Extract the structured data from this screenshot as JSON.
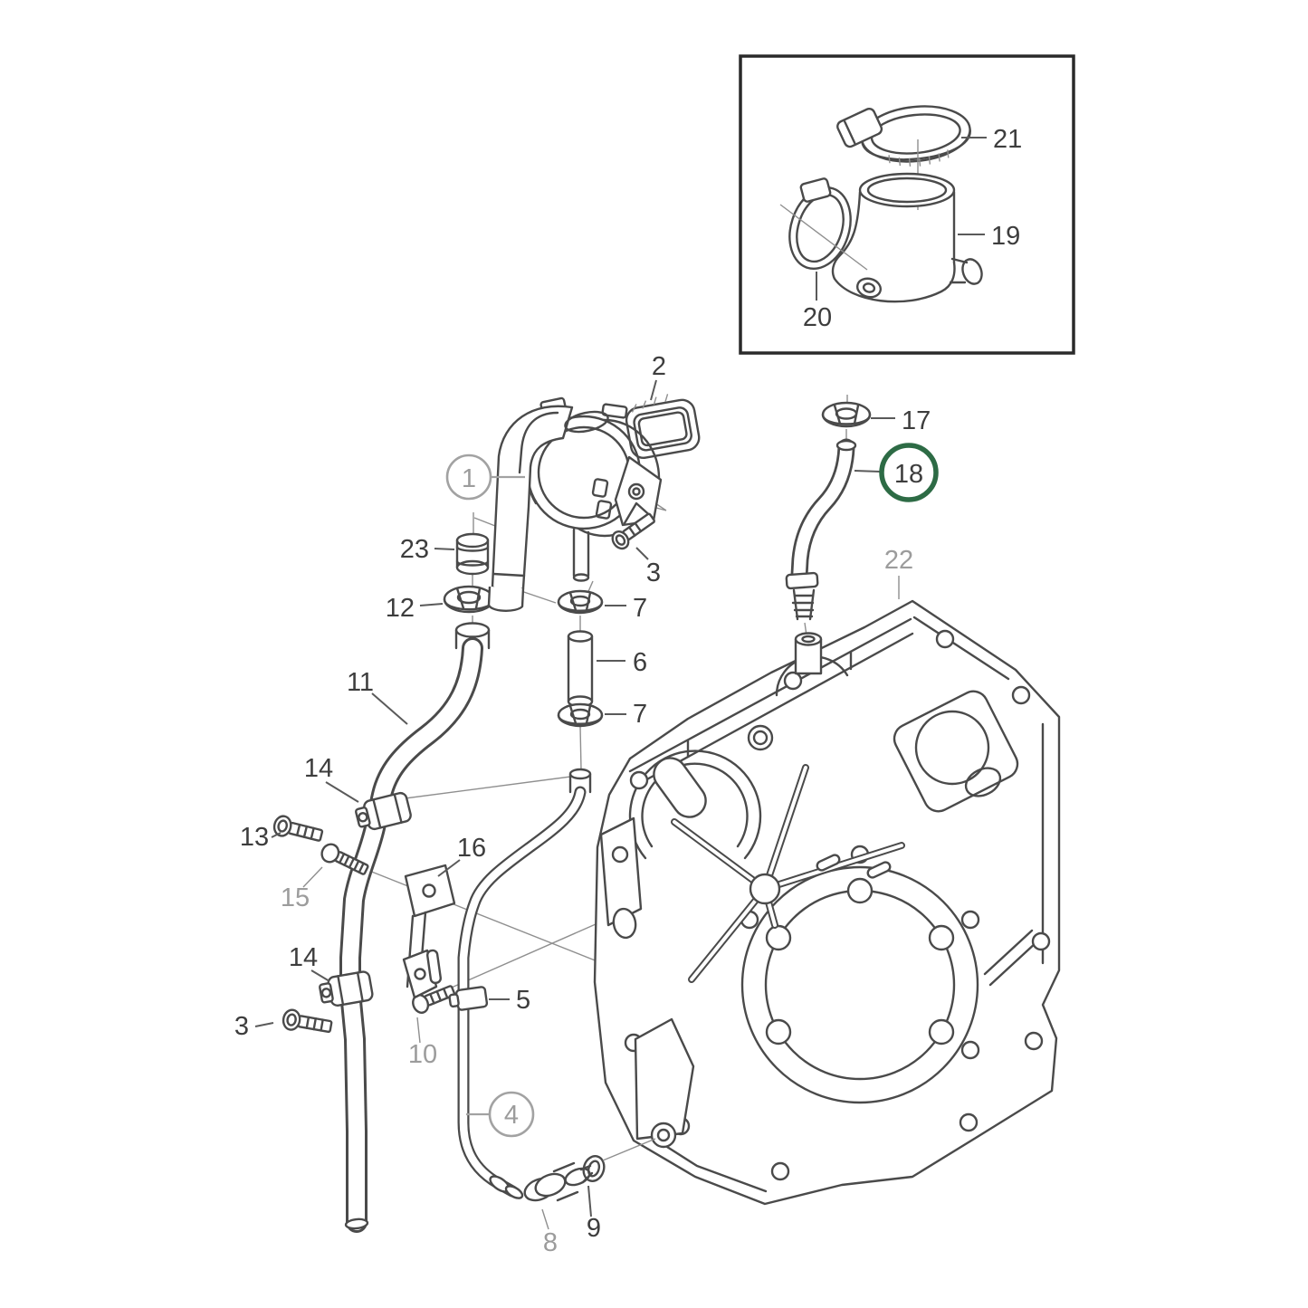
{
  "diagram": {
    "type": "exploded-parts-diagram",
    "subject": "engine timing cover with crankcase ventilation pipes and hoses",
    "background_color": "#ffffff",
    "line_color": "#4a4a4a",
    "label_color": "#3d3d3d",
    "muted_label_color": "#9c9c9c",
    "highlight_color": "#2d6b45",
    "selected_part": "18"
  },
  "inset": {
    "border_color": "#2a2a2a",
    "contains_parts": [
      "21",
      "19",
      "20"
    ]
  },
  "callouts": [
    {
      "id": "21",
      "label": "21",
      "style": "standard"
    },
    {
      "id": "19",
      "label": "19",
      "style": "standard"
    },
    {
      "id": "20",
      "label": "20",
      "style": "standard"
    },
    {
      "id": "2",
      "label": "2",
      "style": "standard"
    },
    {
      "id": "17",
      "label": "17",
      "style": "standard"
    },
    {
      "id": "18",
      "label": "18",
      "style": "circled-highlight"
    },
    {
      "id": "1",
      "label": "1",
      "style": "circled-muted"
    },
    {
      "id": "22",
      "label": "22",
      "style": "muted"
    },
    {
      "id": "23",
      "label": "23",
      "style": "standard"
    },
    {
      "id": "3a",
      "label": "3",
      "style": "standard"
    },
    {
      "id": "12",
      "label": "12",
      "style": "standard"
    },
    {
      "id": "7a",
      "label": "7",
      "style": "standard"
    },
    {
      "id": "6",
      "label": "6",
      "style": "standard"
    },
    {
      "id": "7b",
      "label": "7",
      "style": "standard"
    },
    {
      "id": "11",
      "label": "11",
      "style": "standard"
    },
    {
      "id": "14a",
      "label": "14",
      "style": "standard"
    },
    {
      "id": "13",
      "label": "13",
      "style": "standard"
    },
    {
      "id": "15",
      "label": "15",
      "style": "muted"
    },
    {
      "id": "16",
      "label": "16",
      "style": "standard"
    },
    {
      "id": "14b",
      "label": "14",
      "style": "standard"
    },
    {
      "id": "3b",
      "label": "3",
      "style": "standard"
    },
    {
      "id": "10",
      "label": "10",
      "style": "muted"
    },
    {
      "id": "5",
      "label": "5",
      "style": "standard"
    },
    {
      "id": "4",
      "label": "4",
      "style": "circled-muted"
    },
    {
      "id": "8",
      "label": "8",
      "style": "muted"
    },
    {
      "id": "9",
      "label": "9",
      "style": "standard"
    }
  ]
}
